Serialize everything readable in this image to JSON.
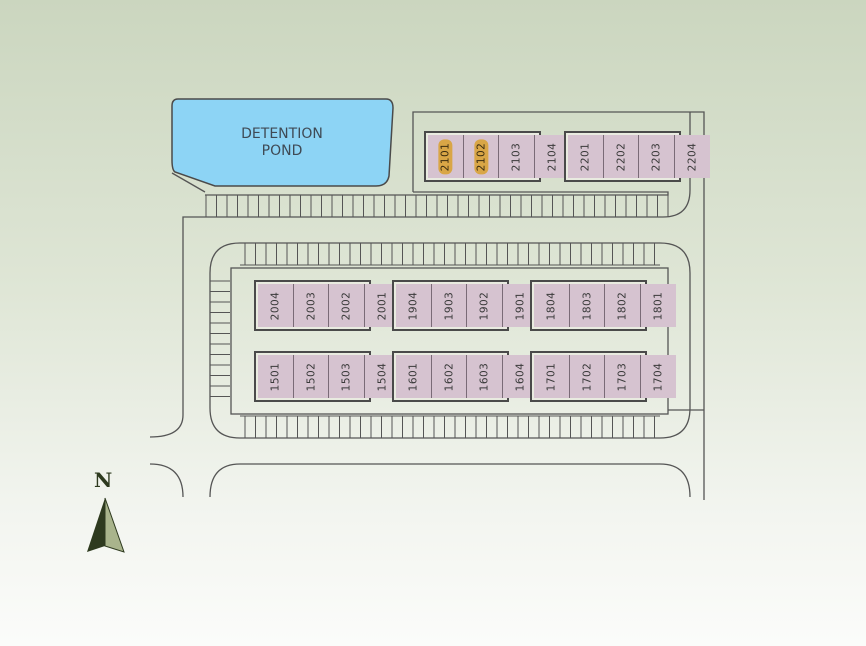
{
  "pond": {
    "line1": "DETENTION",
    "line2": "POND",
    "color": "#8dd4f5"
  },
  "compass": {
    "label": "N"
  },
  "highlight_color": "#d9a646",
  "buildings": [
    {
      "id": "b21",
      "units": [
        "2101",
        "2102",
        "2103",
        "2104"
      ],
      "highlighted": [
        "2101",
        "2102"
      ]
    },
    {
      "id": "b22",
      "units": [
        "2201",
        "2202",
        "2203",
        "2204"
      ],
      "highlighted": []
    },
    {
      "id": "b20",
      "units": [
        "2004",
        "2003",
        "2002",
        "2001"
      ],
      "highlighted": []
    },
    {
      "id": "b19",
      "units": [
        "1904",
        "1903",
        "1902",
        "1901"
      ],
      "highlighted": []
    },
    {
      "id": "b18",
      "units": [
        "1804",
        "1803",
        "1802",
        "1801"
      ],
      "highlighted": []
    },
    {
      "id": "b15",
      "units": [
        "1501",
        "1502",
        "1503",
        "1504"
      ],
      "highlighted": []
    },
    {
      "id": "b16",
      "units": [
        "1601",
        "1602",
        "1603",
        "1604"
      ],
      "highlighted": []
    },
    {
      "id": "b17",
      "units": [
        "1701",
        "1702",
        "1703",
        "1704"
      ],
      "highlighted": []
    }
  ]
}
